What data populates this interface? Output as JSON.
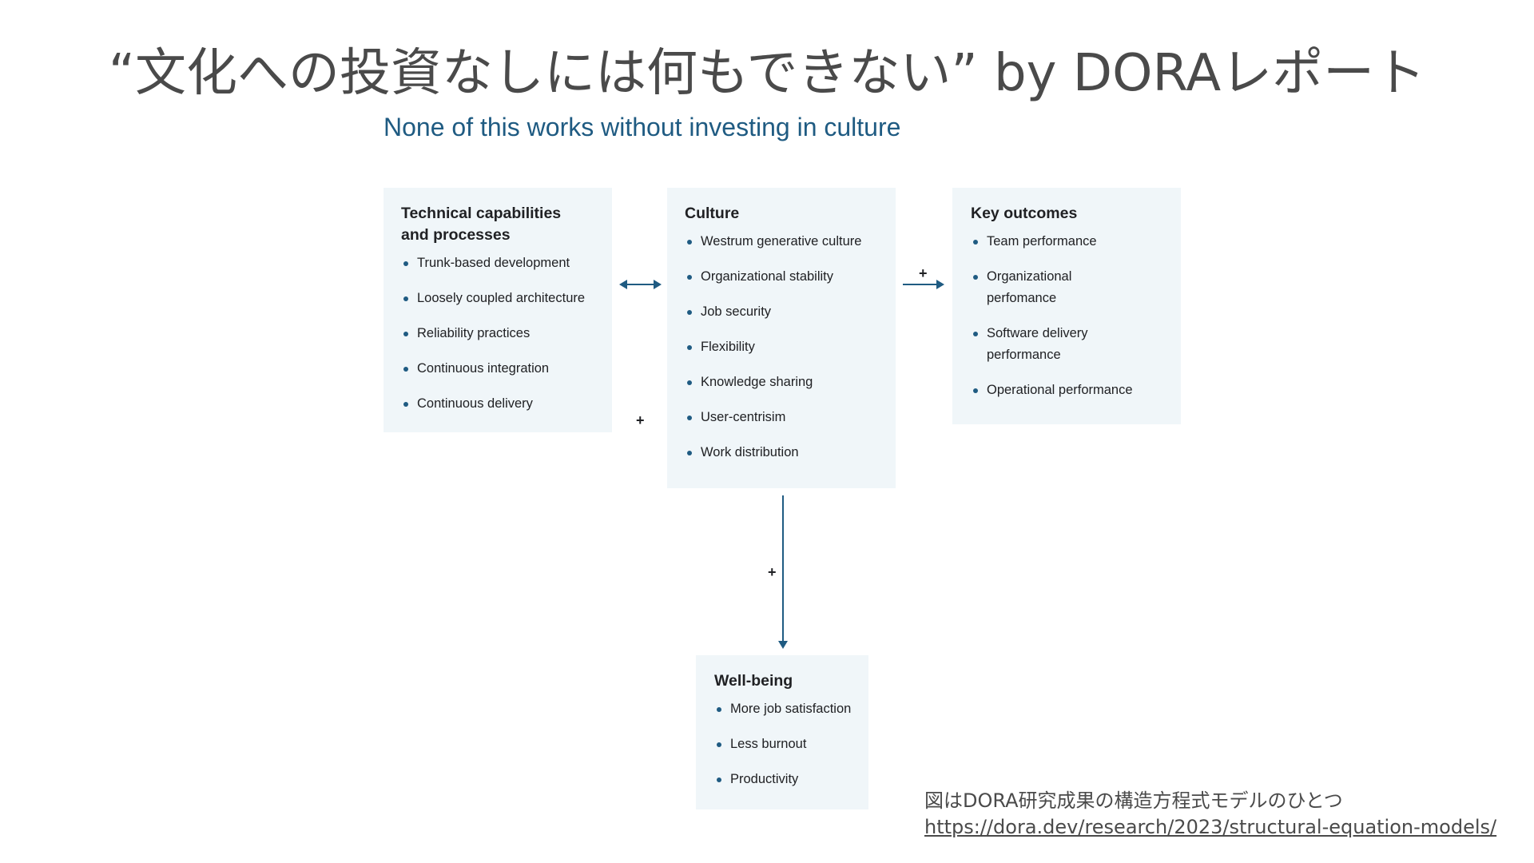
{
  "slide": {
    "title": "“文化への投資なしには何もできない” by DORAレポート"
  },
  "diagram": {
    "title": "None of this works without investing in culture",
    "boxes": {
      "technical": {
        "heading": "Technical capabilities and processes",
        "items": [
          "Trunk-based development",
          "Loosely coupled architecture",
          "Reliability practices",
          "Continuous integration",
          "Continuous delivery"
        ]
      },
      "culture": {
        "heading": "Culture",
        "items": [
          "Westrum generative culture",
          "Organizational stability",
          "Job security",
          "Flexibility",
          "Knowledge sharing",
          "User-centrisim",
          "Work distribution"
        ]
      },
      "outcomes": {
        "heading": "Key outcomes",
        "items": [
          "Team performance",
          "Organizational perfomance",
          "Software delivery performance",
          "Operational performance"
        ]
      },
      "wellbeing": {
        "heading": "Well-being",
        "items": [
          "More job satisfaction",
          "Less burnout",
          "Productivity"
        ]
      }
    },
    "edge_labels": {
      "culture_to_outcomes": "+",
      "technical_to_culture": "+",
      "culture_to_wellbeing": "+"
    },
    "colors": {
      "accent": "#1f5b82",
      "box_background": "#f0f6f9",
      "text": "#4a4a4a"
    }
  },
  "footer": {
    "caption": "図はDORA研究成果の構造方程式モデルのひとつ",
    "link": "https://dora.dev/research/2023/structural-equation-models/"
  }
}
